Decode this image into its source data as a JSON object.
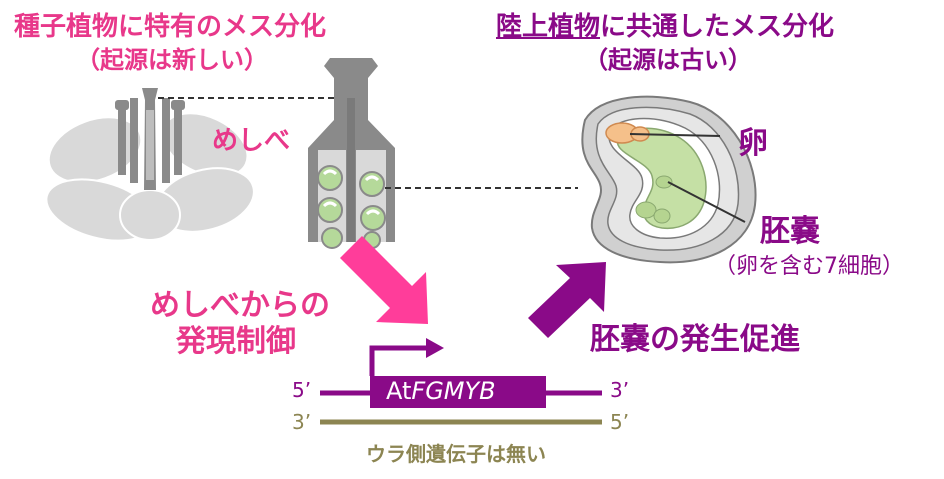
{
  "left_title": {
    "line1": "種子植物に特有のメス分化",
    "line2": "（起源は新しい）"
  },
  "right_title": {
    "line1_underlined": "陸上植物",
    "line1_rest": "に共通したメス分化",
    "line2": "（起源は古い）"
  },
  "labels": {
    "pistil": "めしべ",
    "egg": "卵",
    "embryo_sac": "胚嚢",
    "embryo_sac_note": "（卵を含む7細胞）",
    "pistil_control_line1": "めしべからの",
    "pistil_control_line2": "発現制御",
    "promote": "胚嚢の発生促進"
  },
  "gene": {
    "name_prefix": "At",
    "name_italic": "FGMYB",
    "strand_top_left": "5’",
    "strand_top_right": "3’",
    "strand_bottom_left": "3’",
    "strand_bottom_right": "5’",
    "antisense_note": "ウラ側遺伝子は無い"
  },
  "colors": {
    "pink": "#e8388a",
    "purple": "#8a0a88",
    "olive": "#8c8552",
    "gray_dark": "#8a8a8a",
    "gray_light": "#d9d9d9",
    "green": "#c5e0a5",
    "orange": "#f5c08a"
  }
}
